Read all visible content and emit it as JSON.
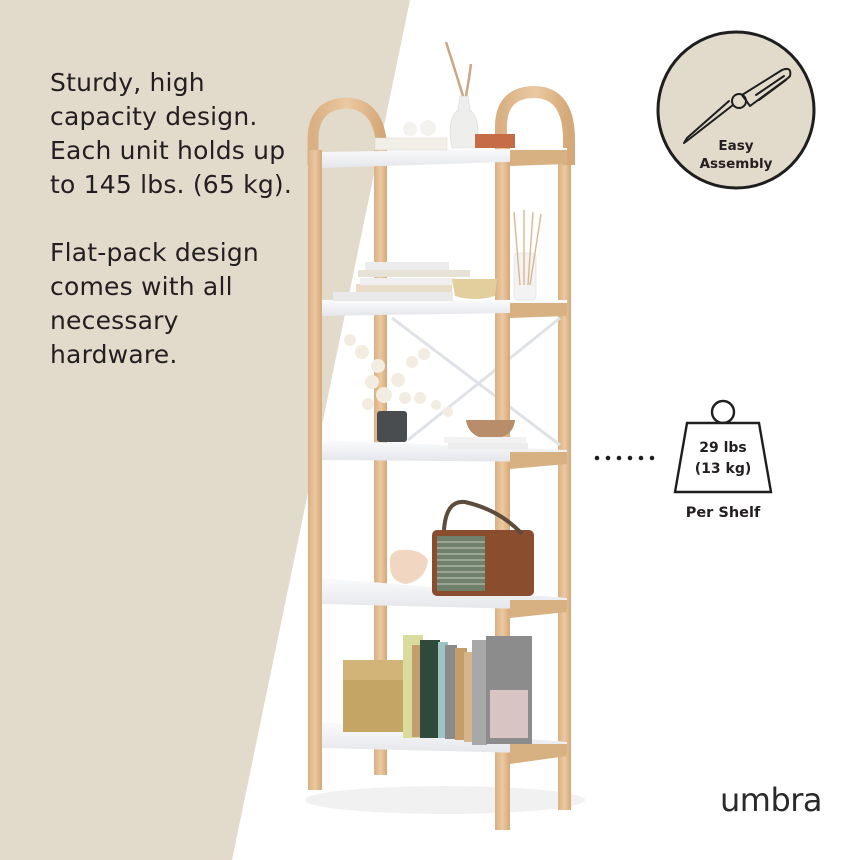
{
  "colors": {
    "beige_panel": "#e2dacb",
    "badge_fill": "#e2dacb",
    "text": "#231f20",
    "wood": "#e6c29a",
    "wood_dark": "#cfa574",
    "shelf_white": "#f3f4f6"
  },
  "copy": {
    "paragraph_1": "Sturdy, high capacity design. Each unit  holds up to 145 lbs. (65 kg).",
    "paragraph_2": "Flat-pack design comes with all necessary hardware."
  },
  "badge": {
    "icon": "screwdriver-icon",
    "line_1": "Easy",
    "line_2": "Assembly"
  },
  "weight_callout": {
    "icon": "weight-icon",
    "line_1": "29 lbs",
    "line_2": "(13 kg)",
    "caption": "Per Shelf",
    "leader": "dotted-leader"
  },
  "product": {
    "name": "5-tier arched bookshelf",
    "shelf_count": 5,
    "items": [
      "pampas grass vase",
      "decorative balls",
      "books",
      "terracotta box",
      "reed diffuser",
      "wooden bowl",
      "dried flowers in black vase",
      "woven bowl",
      "salt lamp",
      "Marshall radio",
      "woven basket",
      "vintage books"
    ]
  },
  "brand": {
    "logo": "umbra"
  }
}
